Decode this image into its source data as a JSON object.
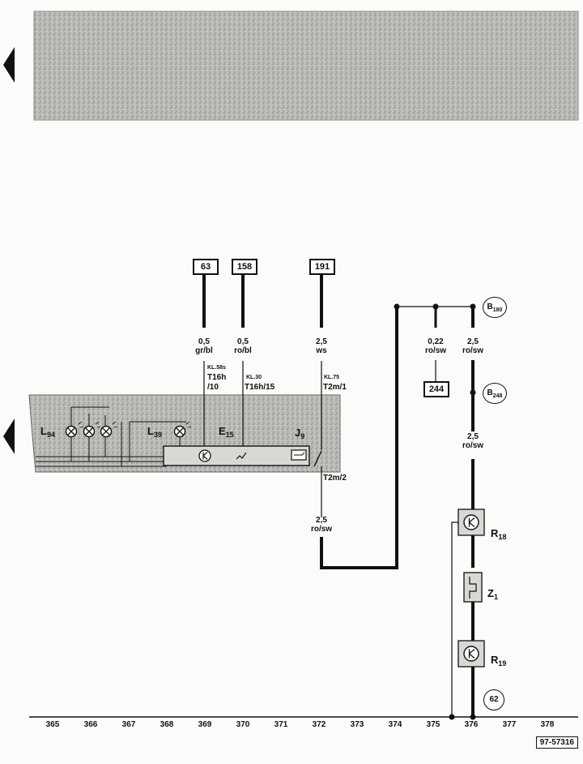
{
  "connectors": [
    {
      "id": "c63",
      "label": "63"
    },
    {
      "id": "c158",
      "label": "158"
    },
    {
      "id": "c191",
      "label": "191"
    },
    {
      "id": "c244",
      "label": "244"
    }
  ],
  "wires": {
    "w1": {
      "size": "0,5",
      "color": "gr/bl"
    },
    "w2": {
      "size": "0,5",
      "color": "ro/bl"
    },
    "w3": {
      "size": "2,5",
      "color": "ws"
    },
    "w4": {
      "size": "0,22",
      "color": "ro/sw"
    },
    "w5": {
      "size": "2,5",
      "color": "ro/sw"
    },
    "w6": {
      "size": "2,5",
      "color": "ro/sw"
    },
    "w7": {
      "size": "2,5",
      "color": "ro/sw"
    }
  },
  "pins": {
    "p1_kl": "KL.58s",
    "p1_conn": "T16h",
    "p1_pin": "/10",
    "p2_kl": "KL.30",
    "p2_conn": "T16h/15",
    "p3_kl": "KL.75",
    "p3_conn": "T2m/1",
    "p4_conn": "T2m/2"
  },
  "components": {
    "l94": {
      "base": "L",
      "sub": "94"
    },
    "l39": {
      "base": "L",
      "sub": "39"
    },
    "e15": {
      "base": "E",
      "sub": "15"
    },
    "j9": {
      "base": "J",
      "sub": "9"
    },
    "r18": {
      "base": "R",
      "sub": "18"
    },
    "z1": {
      "base": "Z",
      "sub": "1"
    },
    "r19": {
      "base": "R",
      "sub": "19"
    }
  },
  "refs": {
    "b180": {
      "base": "B",
      "sub": "180"
    },
    "b248": {
      "base": "B",
      "sub": "248"
    },
    "g62": {
      "base": "62",
      "sub": ""
    }
  },
  "column_numbers": [
    "365",
    "366",
    "367",
    "368",
    "369",
    "370",
    "371",
    "372",
    "373",
    "374",
    "375",
    "376",
    "377",
    "378"
  ],
  "figure_code": "97-57316"
}
